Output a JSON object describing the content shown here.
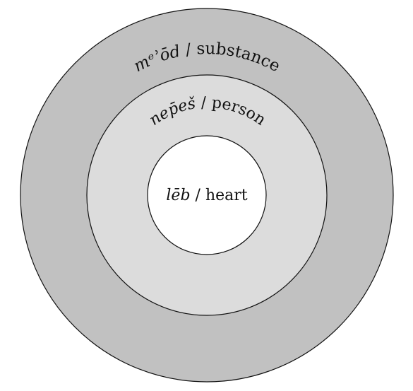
{
  "diagram": {
    "colors": {
      "outer": "#c1c1c1",
      "middle": "#dcdcdc",
      "inner": "#ffffff",
      "stroke": "#111111"
    },
    "rings": [
      {
        "term": "mᵉʾōd",
        "sep": " / ",
        "gloss": "substance"
      },
      {
        "term": "nep̄eš",
        "sep": " / ",
        "gloss": "person"
      },
      {
        "term": "lēb",
        "sep": " / ",
        "gloss": "heart"
      }
    ]
  }
}
